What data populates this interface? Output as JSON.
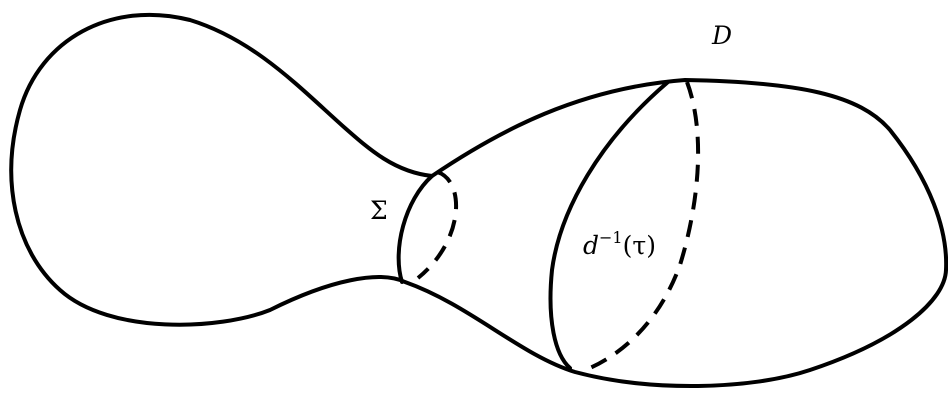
{
  "labels": {
    "sigma": "Σ",
    "domain": "D",
    "level_set": {
      "base": "d",
      "exponent": "−1",
      "argument": "(τ)"
    }
  },
  "colors": {
    "stroke": "#000000",
    "background": "#ffffff"
  }
}
